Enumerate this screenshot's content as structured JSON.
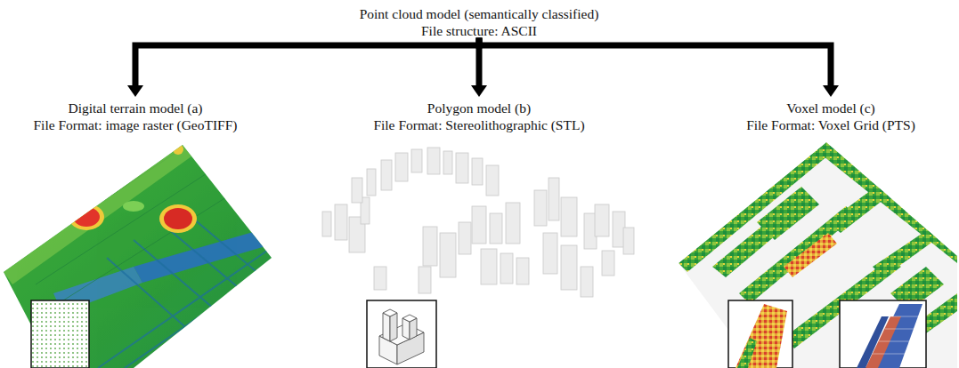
{
  "diagram": {
    "nodes": [
      {
        "text": [
          "Point cloud model (semantically classified)",
          "File structure: ASCII"
        ]
      },
      {
        "text": [
          "Digital terrain model (a)",
          "File Format: image raster (GeoTIFF)"
        ]
      },
      {
        "text": [
          "Polygon model (b)",
          "File Format: Stereolithographic (STL)"
        ]
      },
      {
        "text": [
          "Voxel model (c)",
          "File Format: Voxel Grid (PTS)"
        ]
      }
    ],
    "edges": [
      {
        "from": 0,
        "to": 1,
        "arrow": "to"
      },
      {
        "from": 0,
        "to": 2,
        "arrow": "to"
      },
      {
        "from": 0,
        "to": 3,
        "arrow": "to"
      }
    ]
  }
}
